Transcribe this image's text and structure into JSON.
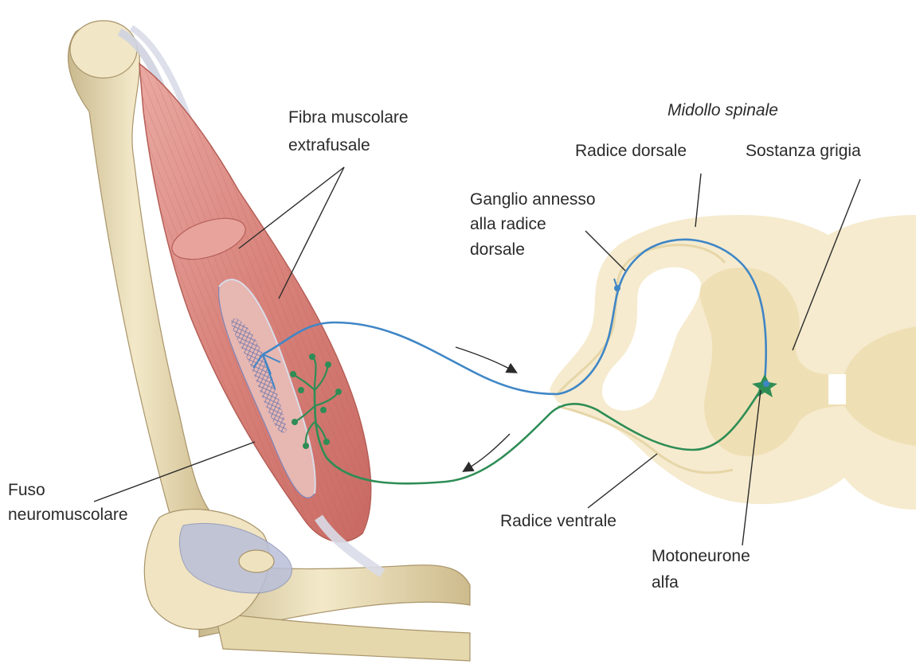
{
  "labels": {
    "fibra_line1": "Fibra muscolare",
    "fibra_line2": "extrafusale",
    "midollo": "Midollo spinale",
    "radice_dorsale": "Radice dorsale",
    "sostanza_grigia": "Sostanza grigia",
    "ganglio_line1": "Ganglio annesso",
    "ganglio_line2": "alla radice",
    "ganglio_line3": "dorsale",
    "fuso_line1": "Fuso",
    "fuso_line2": "neuromuscolare",
    "radice_ventrale": "Radice ventrale",
    "motoneurone_line1": "Motoneurone",
    "motoneurone_line2": "alfa"
  },
  "colors": {
    "bone": "#efe3bf",
    "muscle": "#d9807a",
    "spinal_white": "#f6ebcf",
    "spinal_gray": "#efdfb4",
    "sensory_fiber": "#3f86c6",
    "motor_fiber": "#2e8d55",
    "cartilage": "#b9bfd9"
  }
}
